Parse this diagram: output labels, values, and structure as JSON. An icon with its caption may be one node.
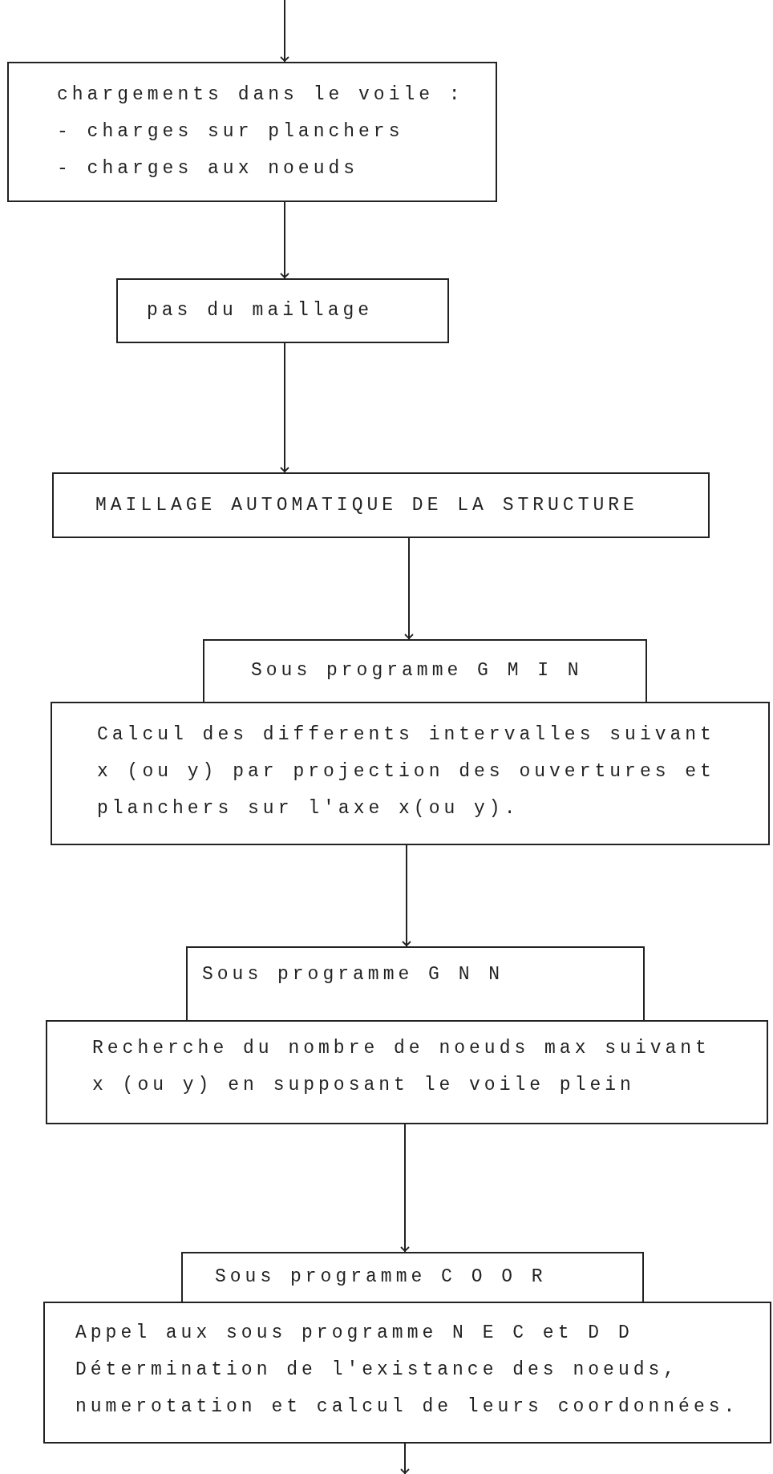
{
  "diagram": {
    "nodes": [
      {
        "text": [
          "chargements dans le voile :",
          "- charges sur planchers",
          "- charges aux noeuds"
        ]
      },
      {
        "text": [
          "pas du maillage"
        ]
      },
      {
        "text": [
          "MAILLAGE AUTOMATIQUE DE LA STRUCTURE"
        ]
      },
      {
        "text": [
          "Sous programme G M I N"
        ]
      },
      {
        "text": [
          "Calcul des differents intervalles suivant x (ou y) par projection des ouvertures et planchers sur l'axe x(ou y)."
        ]
      },
      {
        "text": [
          "Sous programme G N N"
        ]
      },
      {
        "text": [
          "Recherche du nombre de noeuds max suivant x (ou y) en supposant le voile plein"
        ]
      },
      {
        "text": [
          "Sous programme C O O R"
        ]
      },
      {
        "text": [
          "Appel aux sous programme N E C et D D",
          "Détermination de l'existance des noeuds, numerotation et calcul de leurs coordonnées."
        ]
      }
    ],
    "edges": [
      {
        "from": null,
        "to": 0,
        "arrow": "to"
      },
      {
        "from": 0,
        "to": 1,
        "arrow": "to"
      },
      {
        "from": 1,
        "to": 2,
        "arrow": "to"
      },
      {
        "from": 2,
        "to": 3,
        "arrow": "to"
      },
      {
        "from": 4,
        "to": 5,
        "arrow": "to"
      },
      {
        "from": 6,
        "to": 7,
        "arrow": "to"
      },
      {
        "from": 8,
        "to": null,
        "arrow": "to"
      }
    ]
  }
}
